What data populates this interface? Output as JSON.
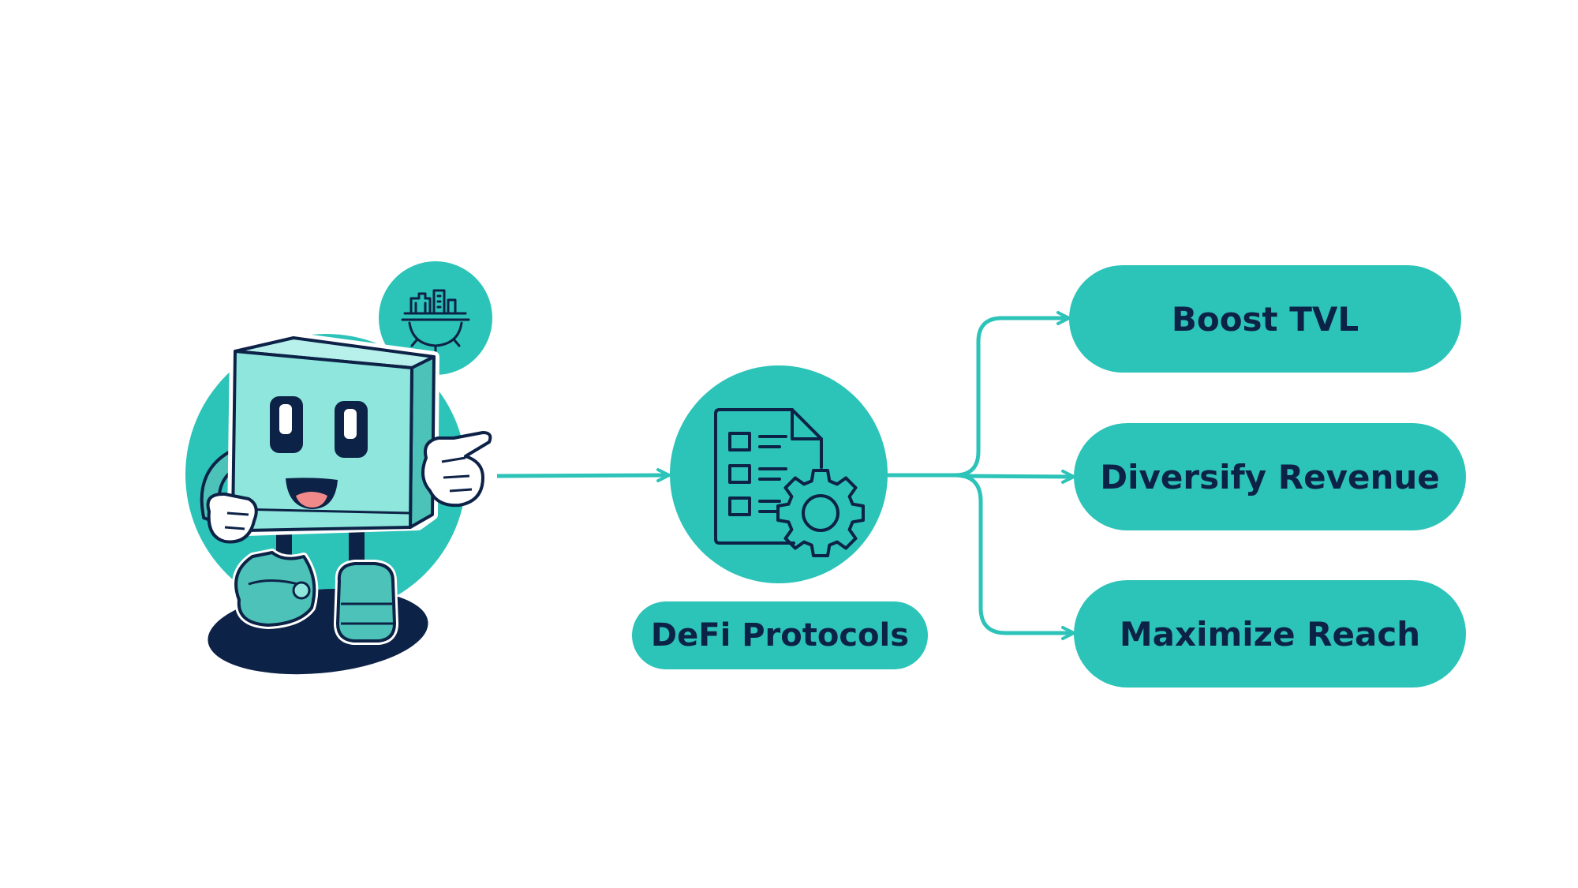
{
  "colors": {
    "teal": "#2cc3b8",
    "mascot_body": "#8fe6dd",
    "mascot_body_dark": "#4cc2b8",
    "navy": "#0d2247",
    "white": "#ffffff",
    "tongue": "#f08a8a"
  },
  "source_node": {
    "icon": "city-gear-icon",
    "mascot": "cube-mascot"
  },
  "center_node": {
    "icon": "document-settings-icon",
    "label": "DeFi Protocols"
  },
  "outcomes": [
    {
      "label": "Boost TVL"
    },
    {
      "label": "Diversify Revenue"
    },
    {
      "label": "Maximize Reach"
    }
  ]
}
